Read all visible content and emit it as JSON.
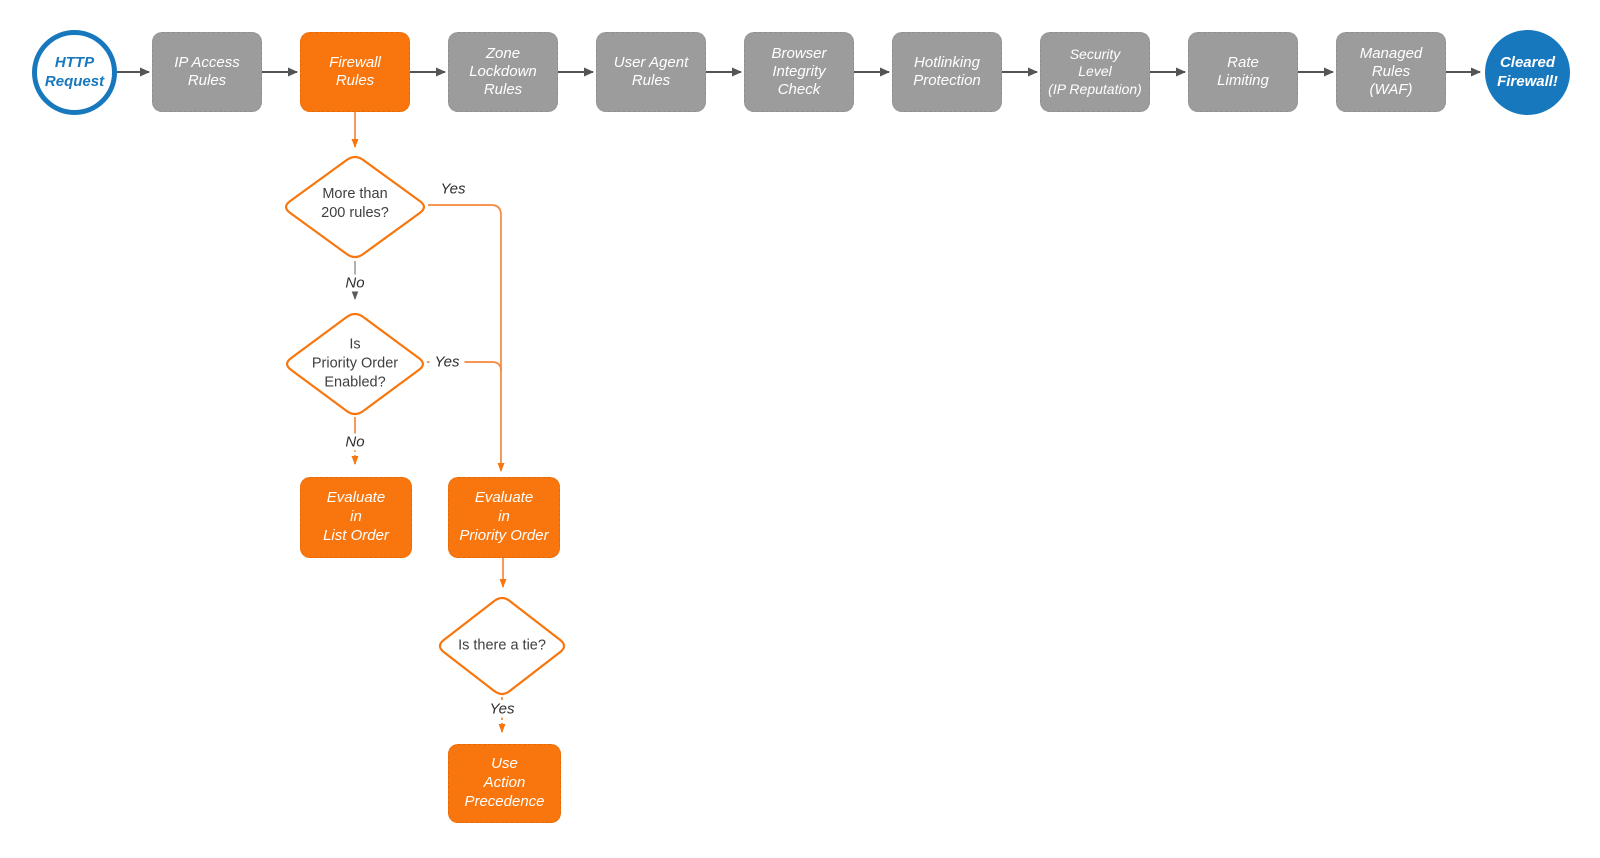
{
  "palette": {
    "orange": "#F8760D",
    "orange_line": "#F5883A",
    "gray_box": "#9C9C9C",
    "blue": "#1778BE",
    "connector_dark": "#545454",
    "background": "#FFFFFF"
  },
  "flow": {
    "start": {
      "label": "HTTP\nRequest"
    },
    "stages": [
      {
        "label": "IP Access\nRules"
      },
      {
        "label": "Firewall\nRules",
        "highlighted": true
      },
      {
        "label": "Zone\nLockdown\nRules"
      },
      {
        "label": "User Agent\nRules"
      },
      {
        "label": "Browser\nIntegrity\nCheck"
      },
      {
        "label": "Hotlinking\nProtection"
      },
      {
        "label": "Security\nLevel\n(IP Reputation)"
      },
      {
        "label": "Rate\nLimiting"
      },
      {
        "label": "Managed\nRules\n(WAF)"
      }
    ],
    "end": {
      "label": "Cleared\nFirewall!"
    },
    "decisions": [
      {
        "label": "More than\n200 rules?",
        "yes_label": "Yes",
        "no_label": "No"
      },
      {
        "label": "Is\nPriority Order\nEnabled?",
        "yes_label": "Yes",
        "no_label": "No"
      },
      {
        "label": "Is there a tie?",
        "yes_label": "Yes"
      }
    ],
    "actions": [
      {
        "label": "Evaluate\nin\nList Order"
      },
      {
        "label": "Evaluate\nin\nPriority Order"
      },
      {
        "label": "Use\nAction\nPrecedence"
      }
    ]
  }
}
